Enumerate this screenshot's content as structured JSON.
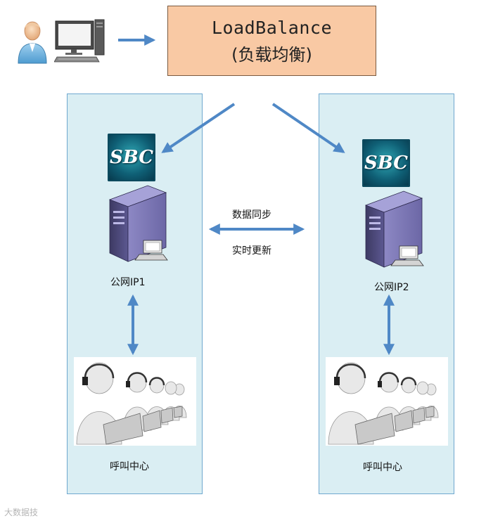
{
  "load_balancer": {
    "title": "LoadBalance",
    "subtitle": "(负载均衡)"
  },
  "nodes": [
    {
      "sbc_label": "SBC",
      "ip_label": "公网IP1",
      "call_center_label": "呼叫中心"
    },
    {
      "sbc_label": "SBC",
      "ip_label": "公网IP2",
      "call_center_label": "呼叫中心"
    }
  ],
  "sync": {
    "line1": "数据同步",
    "line2": "实时更新"
  },
  "watermark": "大数据技",
  "colors": {
    "panel": "#daeef3",
    "lb_box": "#f9c9a4",
    "arrow": "#4f88c6",
    "sbc": "#0f5f75"
  },
  "icons": [
    "user-icon",
    "desktop-computer-icon",
    "server-icon",
    "call-center-agents-icon"
  ]
}
